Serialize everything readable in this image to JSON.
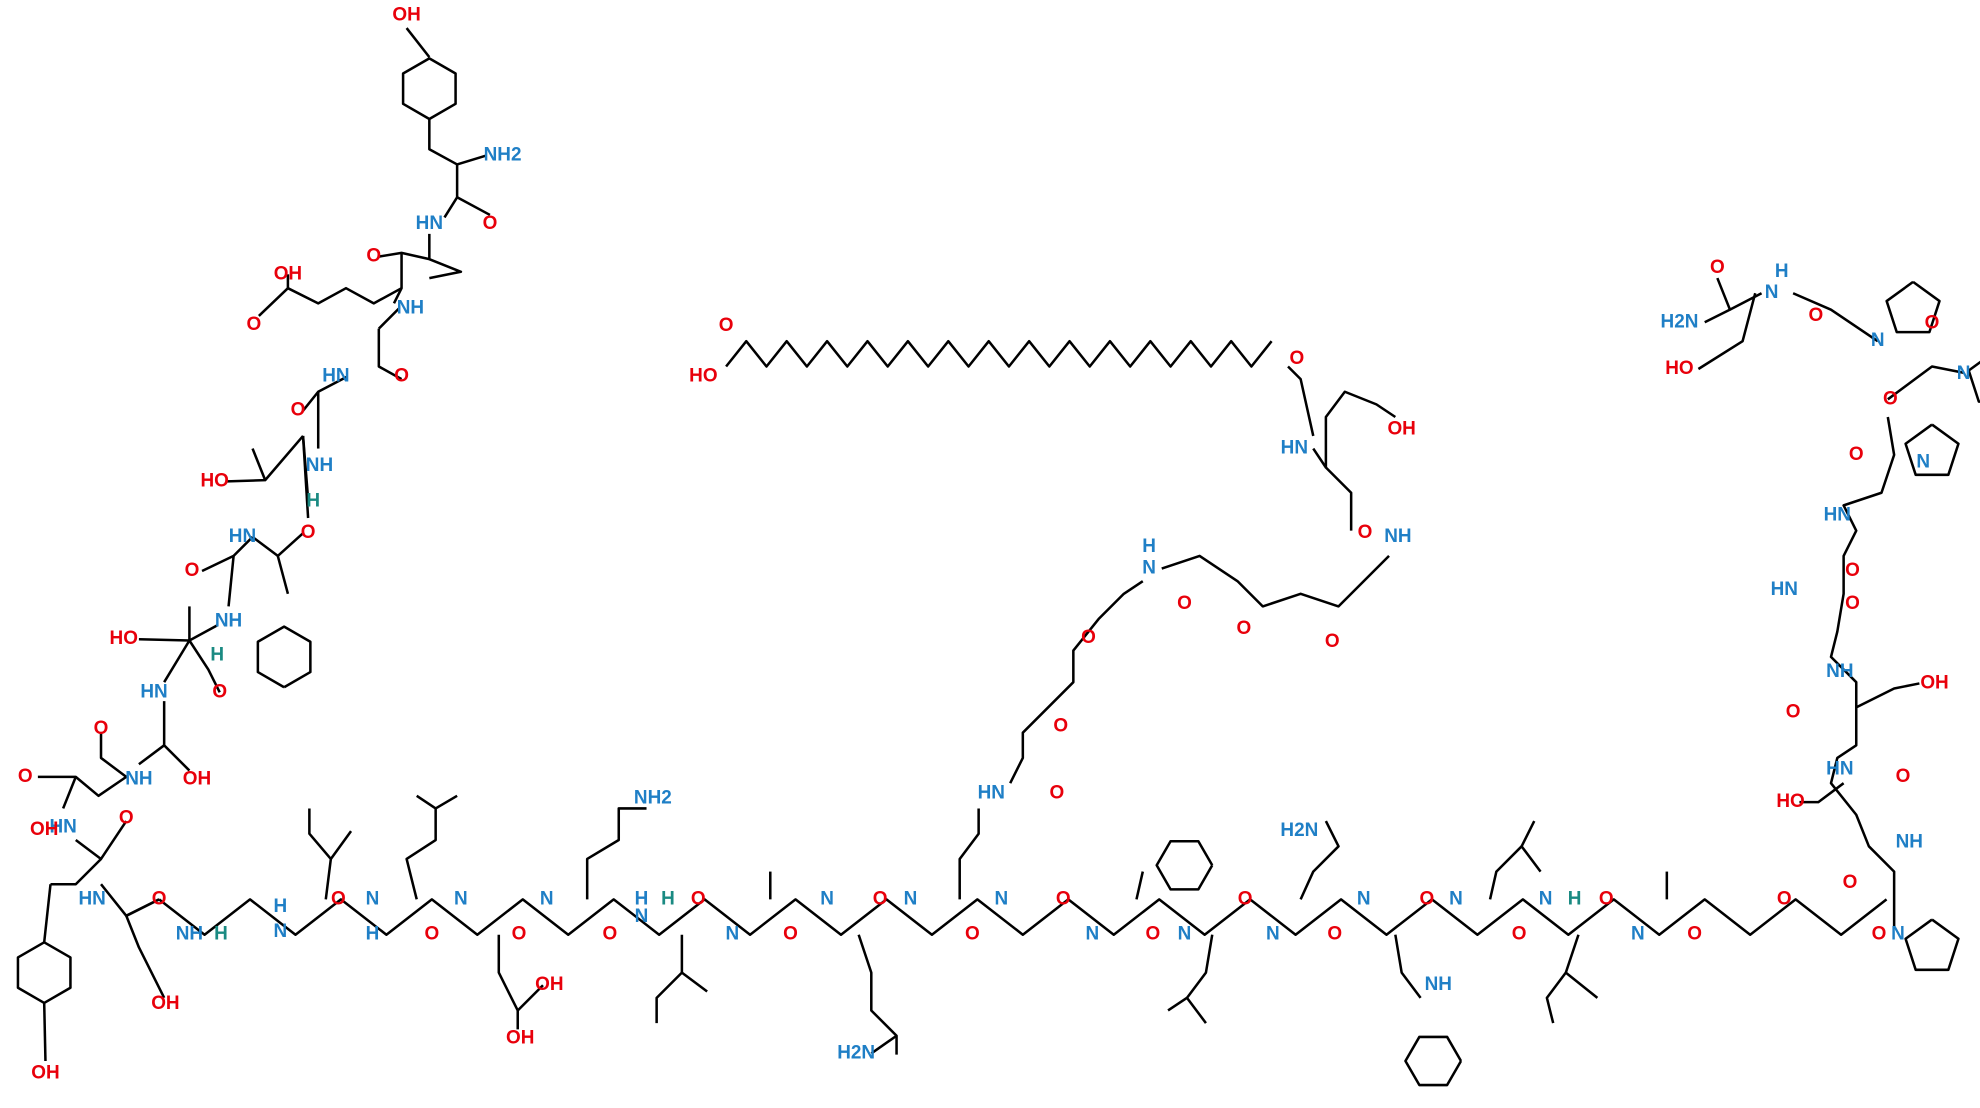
{
  "title": "Peptide conjugate structure",
  "colors": {
    "oxygen": "#e8000b",
    "nitrogen": "#1f7fc6",
    "stereo_h": "#1a8a82",
    "bond": "#000000"
  },
  "atom_labels": [
    {
      "t": "OH",
      "e": "O"
    },
    {
      "t": "NH2",
      "e": "N"
    },
    {
      "t": "HN",
      "e": "N"
    },
    {
      "t": "O",
      "e": "O"
    },
    {
      "t": "O",
      "e": "O"
    },
    {
      "t": "OH",
      "e": "O"
    },
    {
      "t": "NH",
      "e": "N"
    },
    {
      "t": "O",
      "e": "O"
    },
    {
      "t": "HN",
      "e": "N"
    },
    {
      "t": "O",
      "e": "O"
    },
    {
      "t": "O",
      "e": "O"
    },
    {
      "t": "NH",
      "e": "N"
    },
    {
      "t": "HO",
      "e": "O"
    },
    {
      "t": "H",
      "e": "H"
    },
    {
      "t": "HN",
      "e": "N"
    },
    {
      "t": "O",
      "e": "O"
    },
    {
      "t": "O",
      "e": "O"
    },
    {
      "t": "NH",
      "e": "N"
    },
    {
      "t": "HO",
      "e": "O"
    },
    {
      "t": "H",
      "e": "H"
    },
    {
      "t": "HN",
      "e": "N"
    },
    {
      "t": "O",
      "e": "O"
    },
    {
      "t": "O",
      "e": "O"
    },
    {
      "t": "NH",
      "e": "N"
    },
    {
      "t": "OH",
      "e": "O"
    },
    {
      "t": "O",
      "e": "O"
    },
    {
      "t": "HN",
      "e": "N"
    },
    {
      "t": "O",
      "e": "O"
    },
    {
      "t": "OH",
      "e": "O"
    },
    {
      "t": "HN",
      "e": "N"
    },
    {
      "t": "O",
      "e": "O"
    },
    {
      "t": "OH",
      "e": "O"
    },
    {
      "t": "OH",
      "e": "O"
    },
    {
      "t": "NH",
      "e": "N"
    },
    {
      "t": "H",
      "e": "H"
    },
    {
      "t": "H",
      "e": "N"
    },
    {
      "t": "N",
      "e": "N"
    },
    {
      "t": "N",
      "e": "N"
    },
    {
      "t": "H",
      "e": "N"
    },
    {
      "t": "N",
      "e": "N"
    },
    {
      "t": "N",
      "e": "N"
    },
    {
      "t": "H",
      "e": "N"
    },
    {
      "t": "N",
      "e": "N"
    },
    {
      "t": "N",
      "e": "N"
    },
    {
      "t": "N",
      "e": "N"
    },
    {
      "t": "N",
      "e": "N"
    },
    {
      "t": "N",
      "e": "N"
    },
    {
      "t": "N",
      "e": "N"
    },
    {
      "t": "N",
      "e": "N"
    },
    {
      "t": "N",
      "e": "N"
    },
    {
      "t": "N",
      "e": "N"
    },
    {
      "t": "N",
      "e": "N"
    },
    {
      "t": "N",
      "e": "N"
    },
    {
      "t": "N",
      "e": "N"
    },
    {
      "t": "O",
      "e": "O"
    },
    {
      "t": "O",
      "e": "O"
    },
    {
      "t": "O",
      "e": "O"
    },
    {
      "t": "O",
      "e": "O"
    },
    {
      "t": "O",
      "e": "O"
    },
    {
      "t": "O",
      "e": "O"
    },
    {
      "t": "O",
      "e": "O"
    },
    {
      "t": "O",
      "e": "O"
    },
    {
      "t": "O",
      "e": "O"
    },
    {
      "t": "O",
      "e": "O"
    },
    {
      "t": "O",
      "e": "O"
    },
    {
      "t": "O",
      "e": "O"
    },
    {
      "t": "O",
      "e": "O"
    },
    {
      "t": "O",
      "e": "O"
    },
    {
      "t": "O",
      "e": "O"
    },
    {
      "t": "O",
      "e": "O"
    },
    {
      "t": "O",
      "e": "O"
    },
    {
      "t": "O",
      "e": "O"
    },
    {
      "t": "NH2",
      "e": "N"
    },
    {
      "t": "OH",
      "e": "O"
    },
    {
      "t": "OH",
      "e": "O"
    },
    {
      "t": "H2N",
      "e": "N"
    },
    {
      "t": "H",
      "e": "H"
    },
    {
      "t": "H2N",
      "e": "N"
    },
    {
      "t": "NH",
      "e": "N"
    },
    {
      "t": "H",
      "e": "H"
    },
    {
      "t": "HN",
      "e": "N"
    },
    {
      "t": "O",
      "e": "O"
    },
    {
      "t": "O",
      "e": "O"
    },
    {
      "t": "O",
      "e": "O"
    },
    {
      "t": "H",
      "e": "N"
    },
    {
      "t": "N",
      "e": "N"
    },
    {
      "t": "O",
      "e": "O"
    },
    {
      "t": "O",
      "e": "O"
    },
    {
      "t": "O",
      "e": "O"
    },
    {
      "t": "NH",
      "e": "N"
    },
    {
      "t": "O",
      "e": "O"
    },
    {
      "t": "HN",
      "e": "N"
    },
    {
      "t": "OH",
      "e": "O"
    },
    {
      "t": "O",
      "e": "O"
    },
    {
      "t": "HO",
      "e": "O"
    },
    {
      "t": "O",
      "e": "O"
    },
    {
      "t": "O",
      "e": "O"
    },
    {
      "t": "H2N",
      "e": "N"
    },
    {
      "t": "H",
      "e": "N"
    },
    {
      "t": "N",
      "e": "N"
    },
    {
      "t": "HO",
      "e": "O"
    },
    {
      "t": "O",
      "e": "O"
    },
    {
      "t": "N",
      "e": "N"
    },
    {
      "t": "O",
      "e": "O"
    },
    {
      "t": "N",
      "e": "N"
    },
    {
      "t": "O",
      "e": "O"
    },
    {
      "t": "N",
      "e": "N"
    },
    {
      "t": "O",
      "e": "O"
    },
    {
      "t": "HN",
      "e": "N"
    },
    {
      "t": "O",
      "e": "O"
    },
    {
      "t": "HN",
      "e": "N"
    },
    {
      "t": "O",
      "e": "O"
    },
    {
      "t": "NH",
      "e": "N"
    },
    {
      "t": "OH",
      "e": "O"
    },
    {
      "t": "O",
      "e": "O"
    },
    {
      "t": "HN",
      "e": "N"
    },
    {
      "t": "O",
      "e": "O"
    },
    {
      "t": "HO",
      "e": "O"
    },
    {
      "t": "NH",
      "e": "N"
    },
    {
      "t": "O",
      "e": "O"
    },
    {
      "t": "N",
      "e": "N"
    }
  ]
}
